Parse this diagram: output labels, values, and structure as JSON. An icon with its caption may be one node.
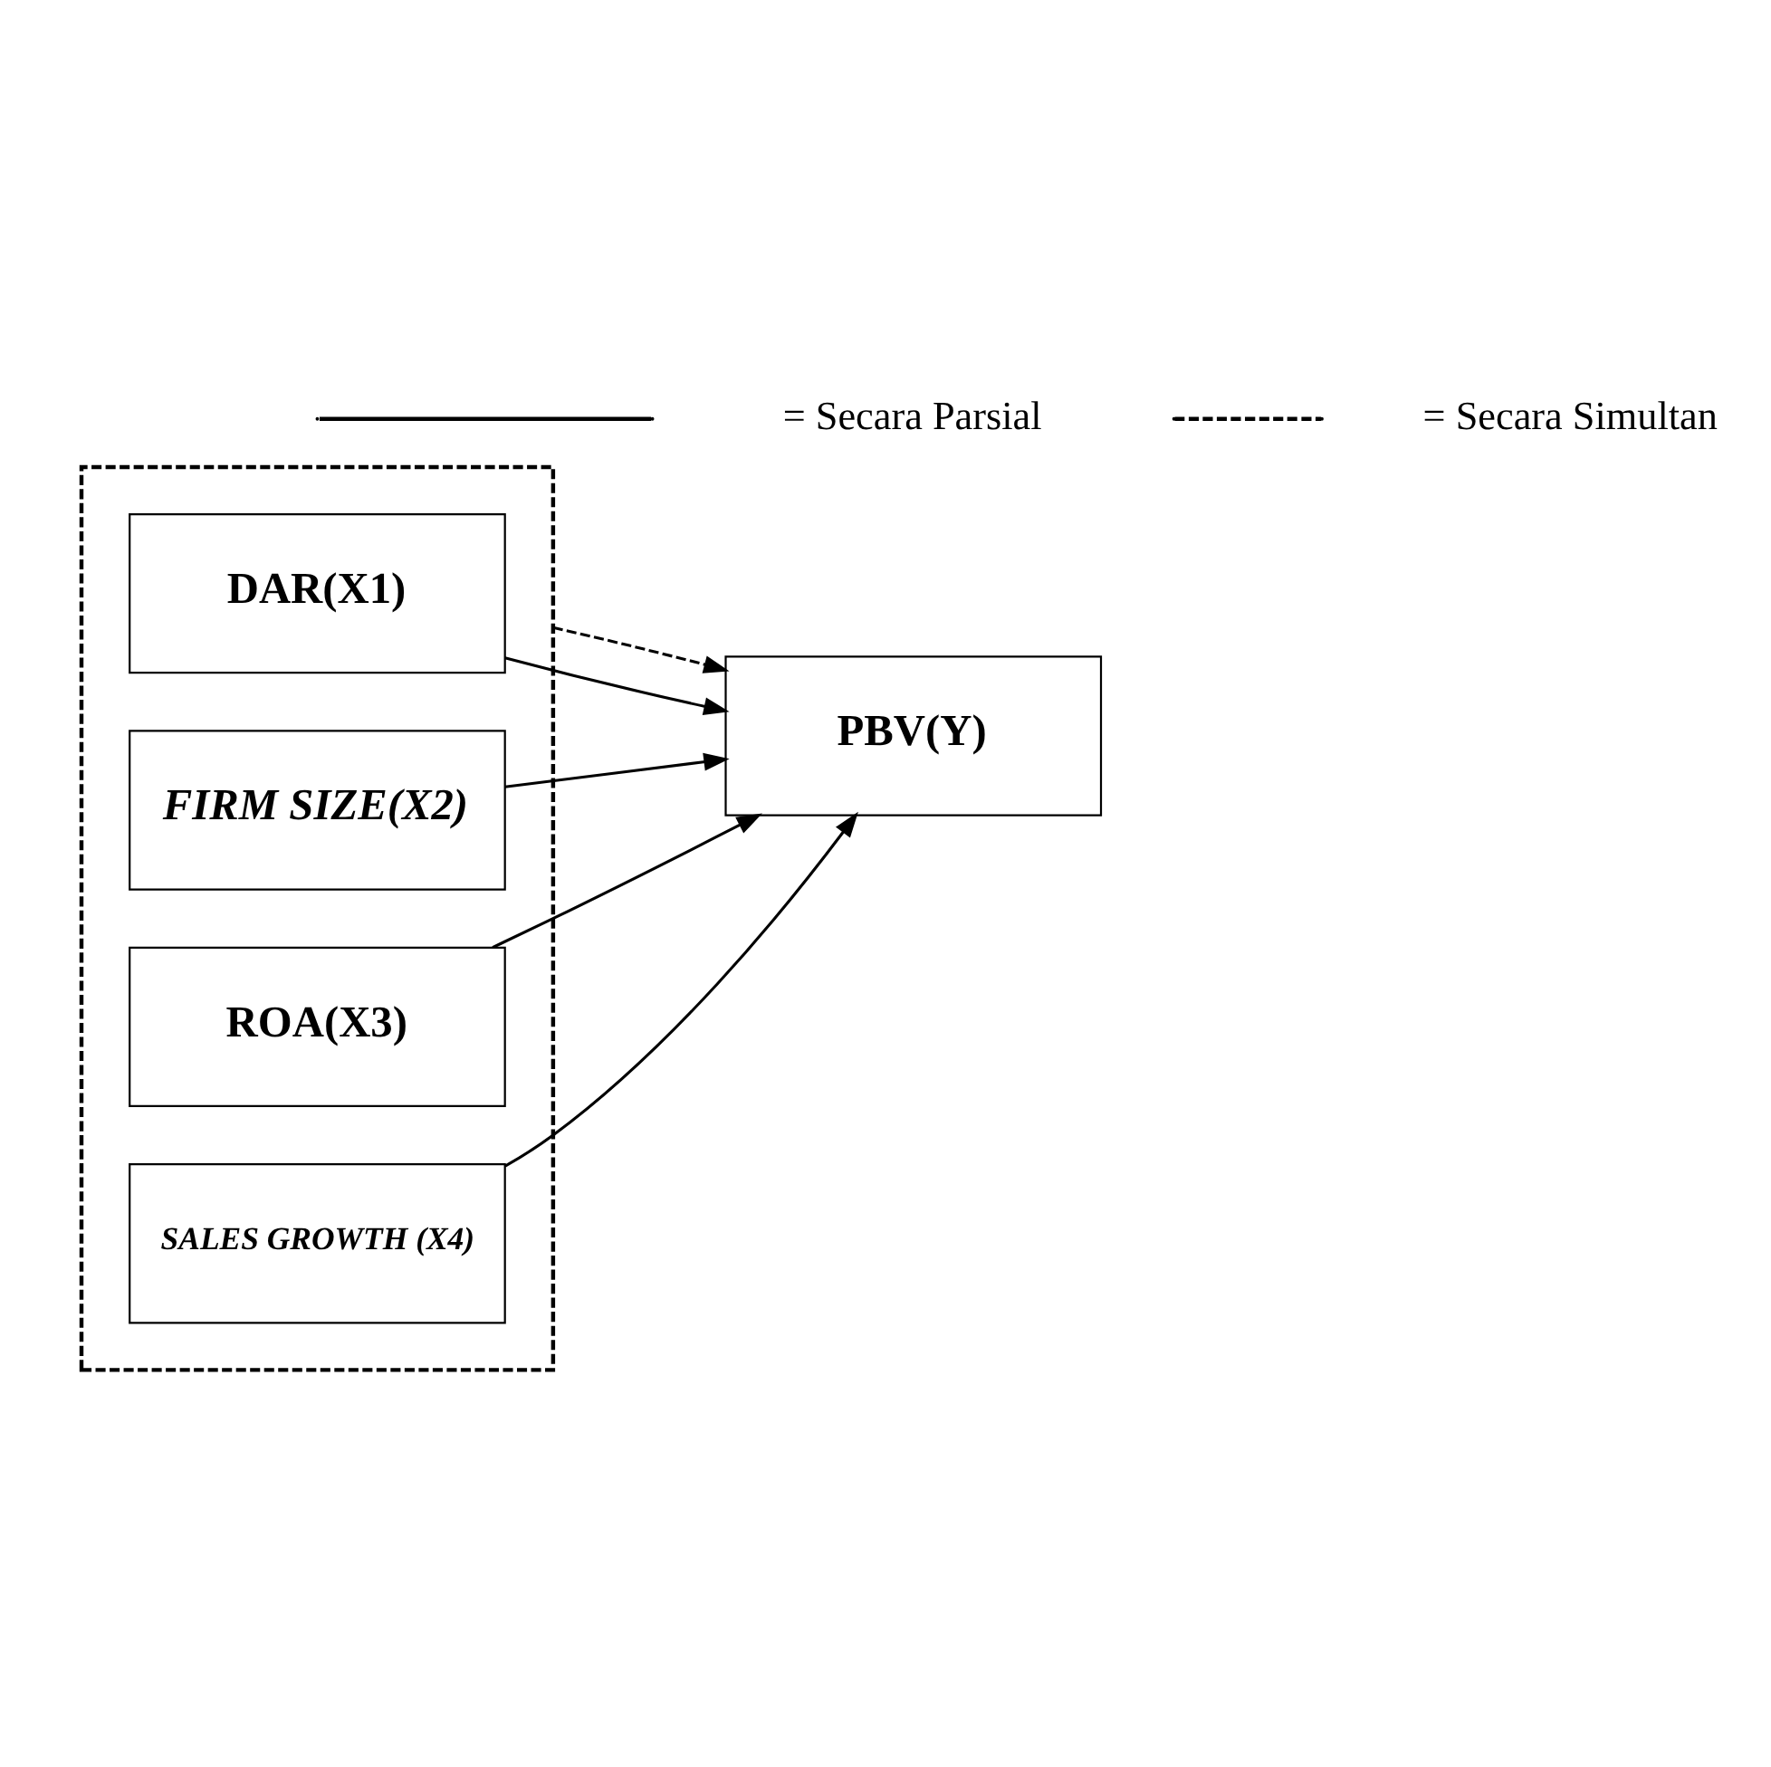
{
  "diagram": {
    "nodes": [
      {
        "text": [],
        "shape": "box"
      },
      {
        "text": [
          "DAR(X1)"
        ],
        "in": 0
      },
      {
        "text": [
          "FIRM SIZE(X2)"
        ],
        "in": 0
      },
      {
        "text": [
          "ROA(X3)"
        ],
        "in": 0
      },
      {
        "text": [
          "SALES GROWTH (X4)"
        ],
        "in": 0
      },
      {
        "text": [
          "PBV(Y)"
        ]
      }
    ],
    "edges": [
      {
        "from": 1,
        "to": 5,
        "arrow": "to"
      },
      {
        "from": 2,
        "to": 5,
        "arrow": "to"
      },
      {
        "from": 3,
        "to": 5,
        "arrow": "to"
      },
      {
        "from": 4,
        "to": 5,
        "arrow": "to"
      },
      {
        "from": 0,
        "to": 5,
        "arrow": "to",
        "style": "dashed"
      }
    ],
    "legend": [
      {
        "text": "= Secara Parsial"
      },
      {
        "text": "= Secara Simultan"
      }
    ]
  }
}
